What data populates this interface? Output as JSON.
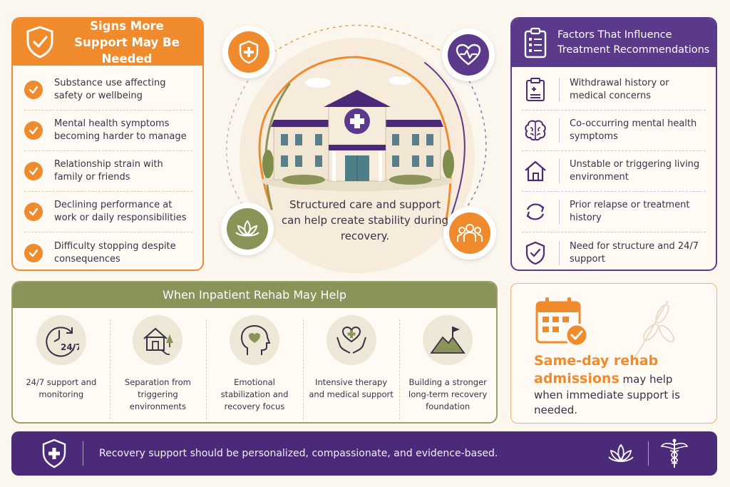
{
  "signs": {
    "title": "Signs More Support May Be Needed",
    "items": [
      "Substance use affecting safety or wellbeing",
      "Mental health symptoms becoming harder to manage",
      "Relationship strain with family or friends",
      "Declining performance at work or daily responsibilities",
      "Difficulty stopping despite consequences"
    ]
  },
  "factors": {
    "title": "Factors That Influence Treatment Recommendations",
    "items": [
      {
        "icon": "clipboard-icon",
        "text": "Withdrawal history or medical concerns"
      },
      {
        "icon": "brain-icon",
        "text": "Co-occurring mental health symptoms"
      },
      {
        "icon": "house-icon",
        "text": "Unstable or triggering living environment"
      },
      {
        "icon": "cycle-arrows-icon",
        "text": "Prior relapse or treatment history"
      },
      {
        "icon": "shield-check-icon",
        "text": "Need for structure and 24/7 support"
      }
    ]
  },
  "center": {
    "caption": "Structured care and support can help create stability during recovery."
  },
  "help": {
    "title": "When Inpatient Rehab May Help",
    "items": [
      {
        "icon": "clock-24-7-icon",
        "label": "24/7 support and monitoring",
        "clock_text": "24/7"
      },
      {
        "icon": "house-path-icon",
        "label": "Separation from triggering environments"
      },
      {
        "icon": "head-heart-icon",
        "label": "Emotional stabilization and recovery focus"
      },
      {
        "icon": "hands-heart-icon",
        "label": "Intensive therapy and medical support"
      },
      {
        "icon": "mountain-flag-icon",
        "label": "Building a stronger long-term recovery foundation"
      }
    ]
  },
  "sameday": {
    "highlight": "Same-day rehab admissions",
    "rest_inline": " may help",
    "rest": "when immediate support is needed."
  },
  "footer": {
    "text": "Recovery support should be personalized, compassionate, and evidence-based."
  },
  "colors": {
    "orange": "#ef8b2c",
    "purple": "#5b3a8c",
    "olive": "#8a9459",
    "cream": "#fbf6ee"
  }
}
